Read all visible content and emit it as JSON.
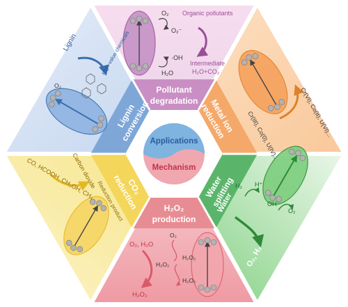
{
  "center": {
    "top_label": "Applications",
    "bottom_label": "Mechanism"
  },
  "sectors": {
    "pollutant": {
      "title_line1": "Pollutant",
      "title_line2": "degradation",
      "labels": {
        "o2": "O₂",
        "o2_radical": "O₂⁻",
        "organic": "Organic pollutants",
        "oh_radical": "·OH",
        "intermediate": "Intermediate",
        "products": "H₂O+CO₂",
        "h2o": "H₂O"
      }
    },
    "metal": {
      "title_line1": "Metal ion",
      "title_line2": "reduction",
      "labels": {
        "reactant_top": "Cr(VI), Co(II), U(VI)...",
        "reactant_bottom": "Cr(III), Co(0), U(IV)..."
      }
    },
    "water": {
      "title_line1": "Water",
      "title_line2": "splitting",
      "labels": {
        "h2": "H₂",
        "h_plus": "H⁺",
        "oh": "OH⁻",
        "o2": "O₂",
        "water": "Water",
        "products": "O₂, H₂"
      }
    },
    "h2o2": {
      "title_line1": "H₂O₂",
      "title_line2": "production",
      "labels": {
        "reactants": "O₂, H₂O",
        "o2_top": "O₂",
        "h2o2_a": "H₂O₂",
        "h2o2_b": "H₂O₂",
        "h2o2_c": "H₂O₂",
        "product": "H₂O₂"
      }
    },
    "co2": {
      "title_line1": "CO₂",
      "title_line2": "reduction",
      "labels": {
        "carbon": "Carbon dioxide",
        "reduction": "Reduction product",
        "products": "CO, HCOOH, CH₃OH, CH₄"
      }
    },
    "lignin": {
      "title_line1": "Lignin",
      "title_line2": "conversion",
      "labels": {
        "lignin": "Lignin",
        "o2": "O₂",
        "high_value": "High-value chemicals"
      }
    }
  },
  "colors": {
    "pollutant": "#c98fc4",
    "metal": "#f4a96a",
    "water": "#5ab56a",
    "h2o2": "#e88c93",
    "co2": "#f3d65a",
    "lignin": "#7ea7d8",
    "ball": "#b3b3b3",
    "center_blue": "#7fb3e0",
    "center_pink": "#f0a7b0"
  }
}
